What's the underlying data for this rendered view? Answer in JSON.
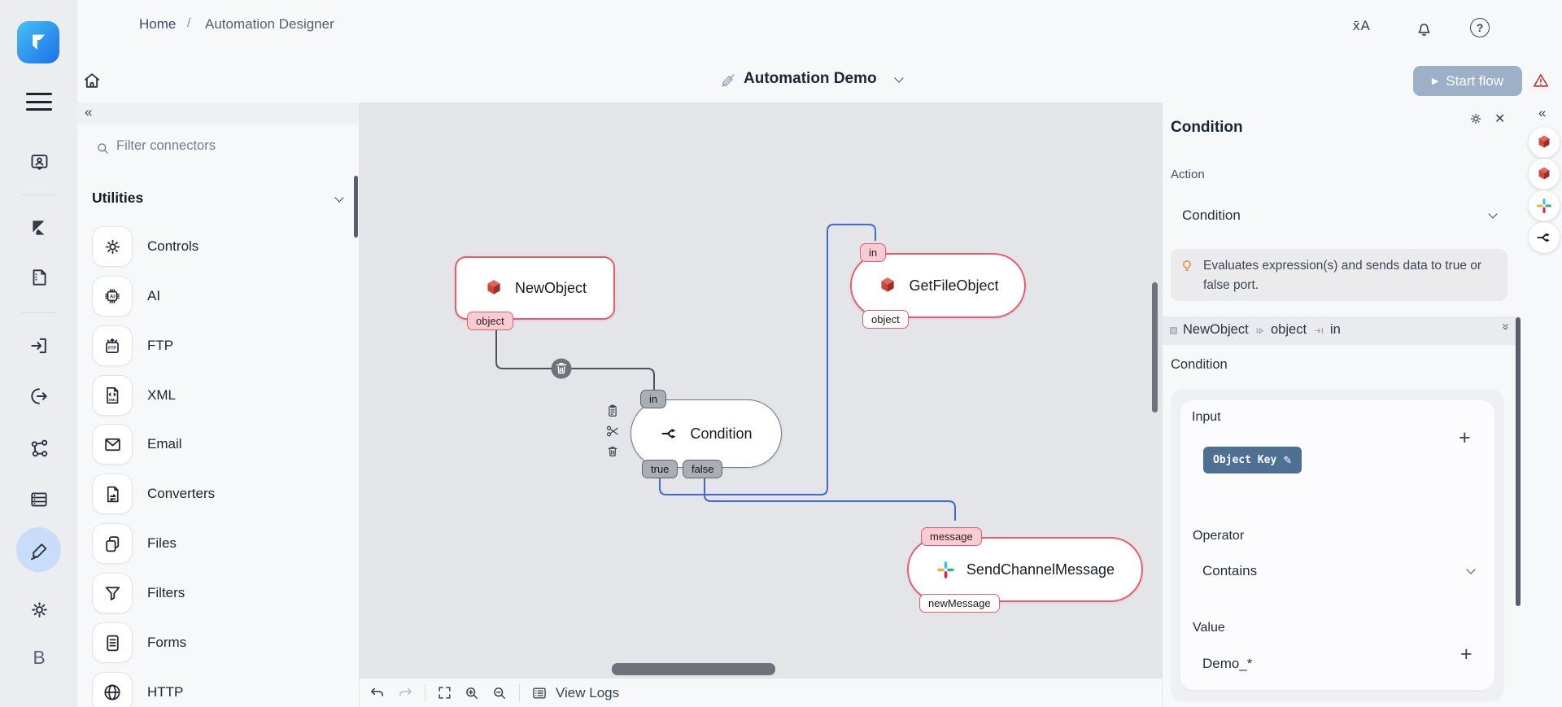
{
  "topbar": {
    "breadcrumb": {
      "home": "Home",
      "separator": "/",
      "current": "Automation Designer"
    }
  },
  "header": {
    "flow_title": "Automation Demo",
    "start_flow_label": "Start flow"
  },
  "icons": {
    "translate": "x̄A",
    "help": "?",
    "close": "✕",
    "play": "▶",
    "cut": "✂",
    "pencil": "✎",
    "plus": "+",
    "collapse": "«",
    "double_down": "»",
    "bottom_brand": "B"
  },
  "connector_panel": {
    "filter_placeholder": "Filter connectors",
    "section_title": "Utilities",
    "items": [
      {
        "label": "Controls",
        "icon": "gear-icon"
      },
      {
        "label": "AI",
        "icon": "ai-chip-icon"
      },
      {
        "label": "FTP",
        "icon": "ftp-box-icon"
      },
      {
        "label": "XML",
        "icon": "xml-file-icon"
      },
      {
        "label": "Email",
        "icon": "envelope-icon"
      },
      {
        "label": "Converters",
        "icon": "convert-file-icon"
      },
      {
        "label": "Files",
        "icon": "copy-icon"
      },
      {
        "label": "Filters",
        "icon": "funnel-icon"
      },
      {
        "label": "Forms",
        "icon": "document-icon"
      },
      {
        "label": "HTTP",
        "icon": "globe-icon"
      }
    ]
  },
  "canvas": {
    "nodes": [
      {
        "label": "NewObject",
        "icon": "connector-cube-icon",
        "ports": [
          {
            "label": "object"
          }
        ]
      },
      {
        "label": "GetFileObject",
        "icon": "connector-cube-icon",
        "ports": [
          {
            "label": "in"
          },
          {
            "label": "object"
          }
        ]
      },
      {
        "label": "Condition",
        "icon": "branch-icon",
        "ports": [
          {
            "label": "in"
          },
          {
            "label": "true"
          },
          {
            "label": "false"
          }
        ]
      },
      {
        "label": "SendChannelMessage",
        "icon": "slack-icon",
        "ports": [
          {
            "label": "message"
          },
          {
            "label": "newMessage"
          }
        ]
      }
    ],
    "footer": {
      "view_logs_label": "View Logs"
    }
  },
  "inspector": {
    "title": "Condition",
    "action_label": "Action",
    "action_value": "Condition",
    "hint": "Evaluates expression(s) and sends data to true or false port.",
    "path": {
      "node": "NewObject",
      "port": "object",
      "target": "in"
    },
    "section_title": "Condition",
    "input_label": "Input",
    "input_key_label": "Object Key",
    "operator_label": "Operator",
    "operator_value": "Contains",
    "value_label": "Value",
    "value_text": "Demo_*"
  },
  "colors": {
    "node_red_border": "#ec5a6c",
    "node_gray_border": "#6e7681",
    "port_pink": "#f8ccd5",
    "connection_blue": "#3e68df",
    "connection_dark": "#4f545c",
    "start_flow_bg": "#9db0c8",
    "chip_bg": "#4d7093",
    "warning_red": "#c73a3a",
    "canvas_bg": "#e4e5e9",
    "logo_blue": "#1a6fe8"
  }
}
